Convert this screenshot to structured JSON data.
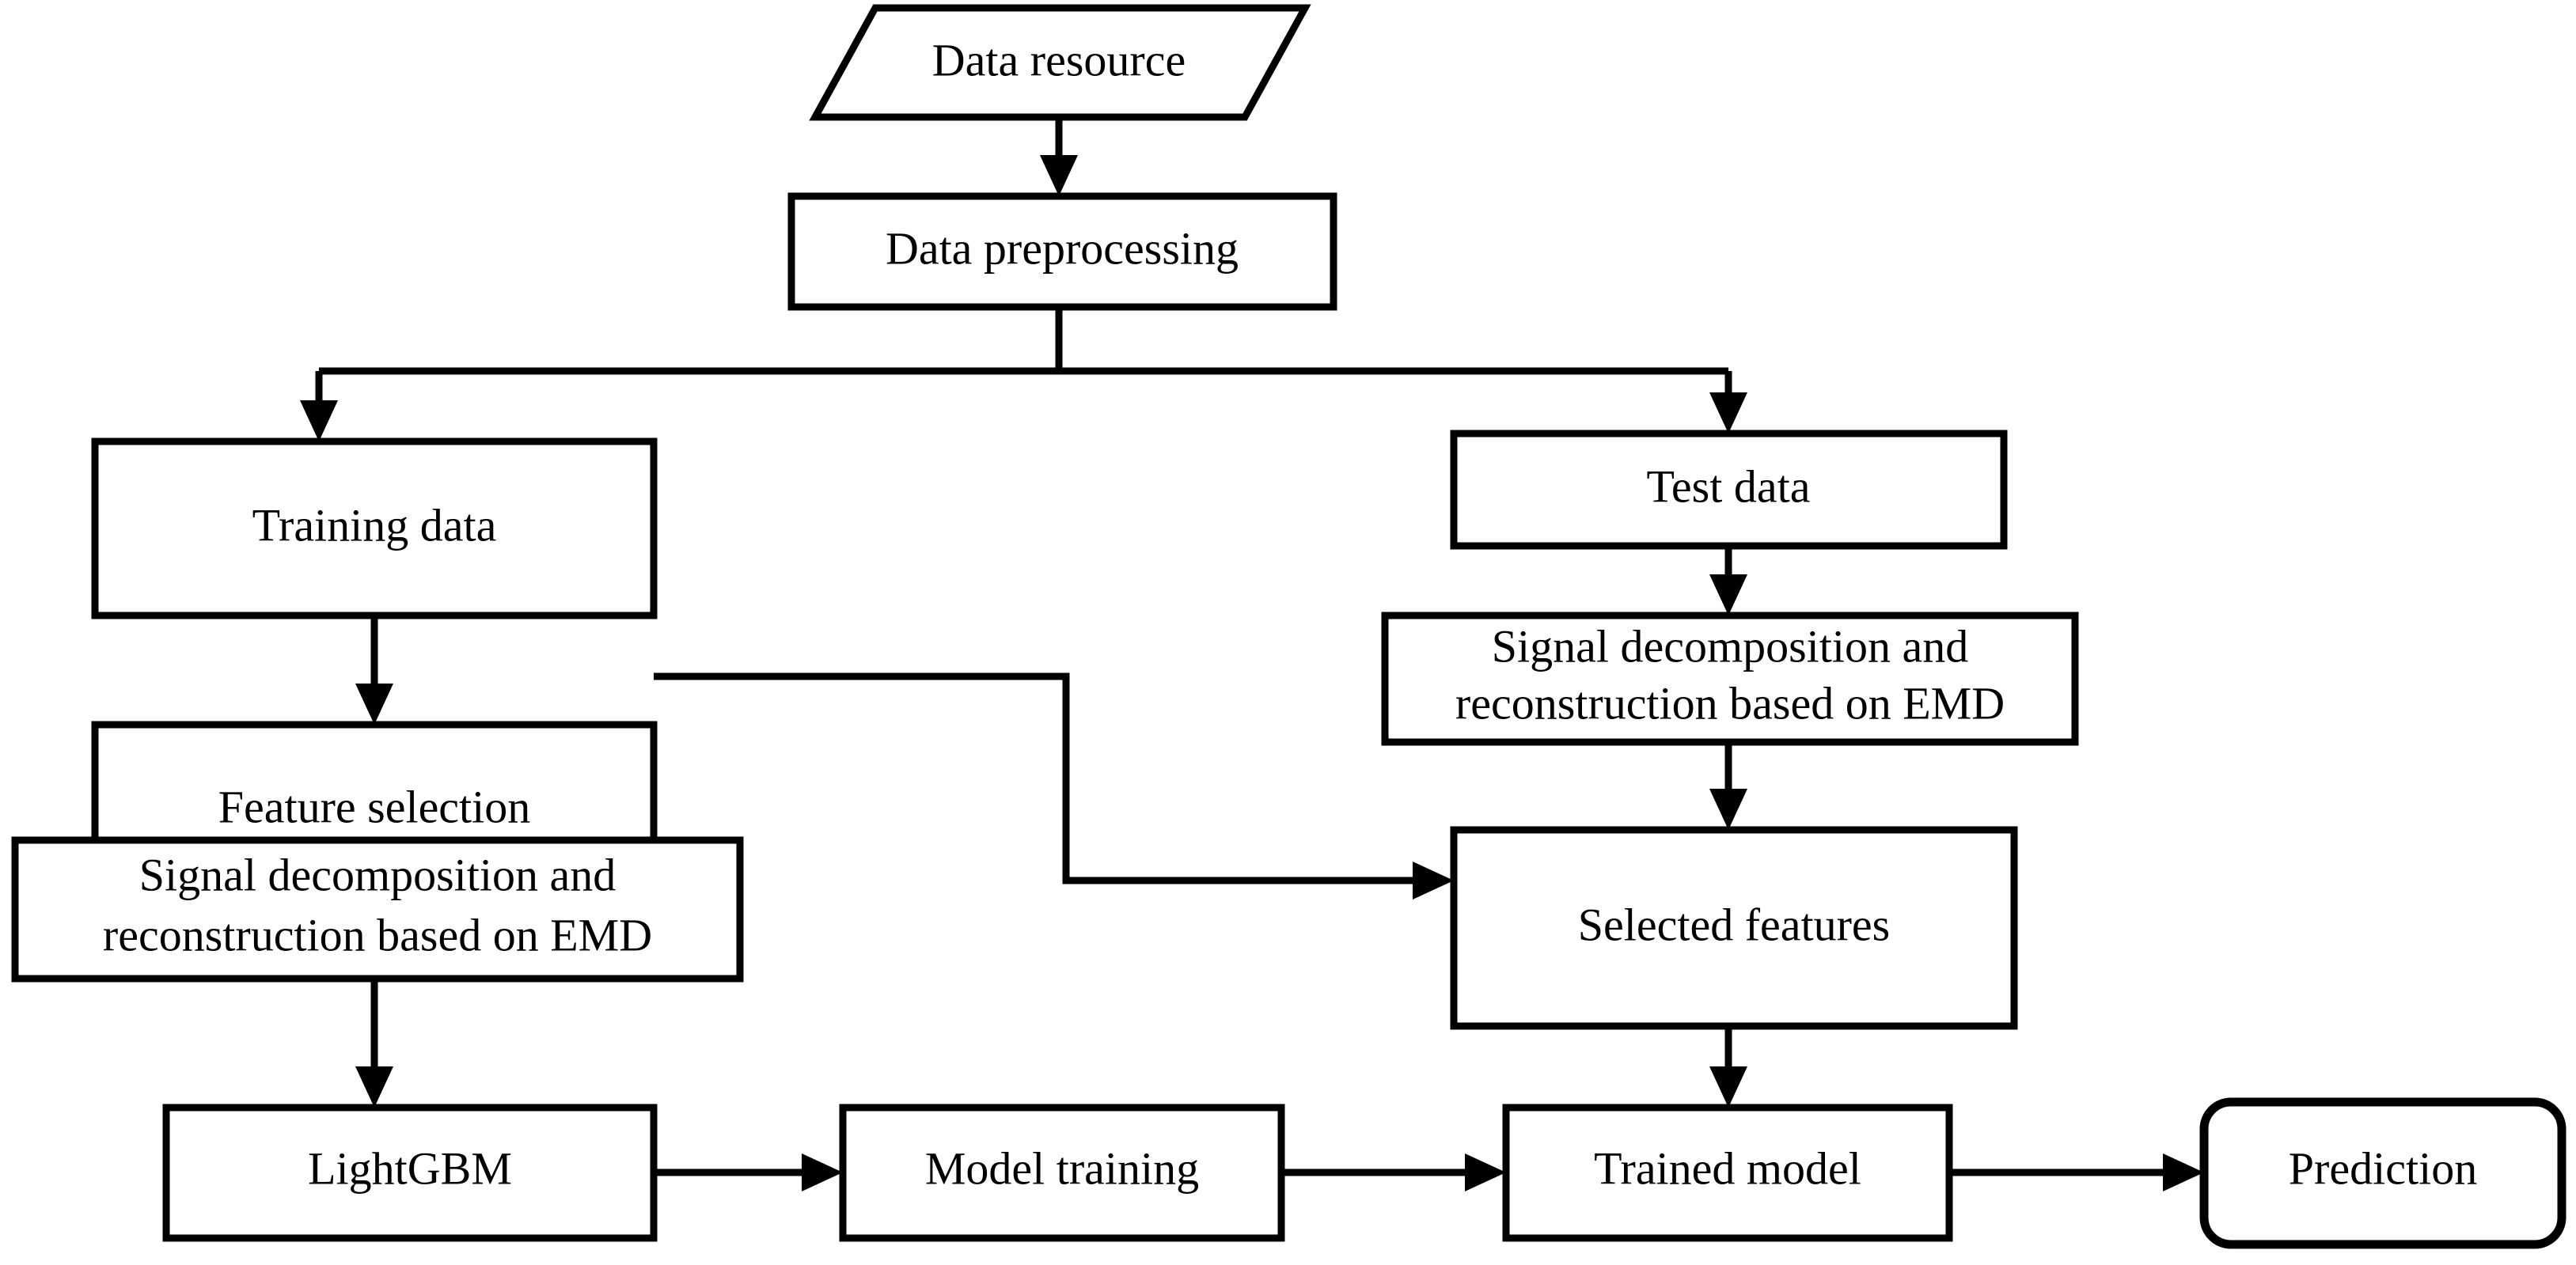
{
  "diagram": {
    "title": "Machine learning workflow flowchart",
    "background_color": "#ffffff",
    "line_color": "#000000",
    "text_color": "#000000",
    "nodes": [
      {
        "id": "data_resource",
        "label": "Data resource",
        "shape": "parallelogram"
      },
      {
        "id": "data_preprocessing",
        "label": "Data preprocessing",
        "shape": "rectangle"
      },
      {
        "id": "training_data",
        "label": "Training data",
        "shape": "rectangle"
      },
      {
        "id": "test_data",
        "label": "Test data",
        "shape": "rectangle"
      },
      {
        "id": "feature_selection",
        "label": "Feature selection",
        "shape": "rectangle"
      },
      {
        "id": "emd_test",
        "label_line1": "Signal decomposition and",
        "label_line2": "reconstruction based on EMD",
        "shape": "rectangle"
      },
      {
        "id": "emd_train",
        "label_line1": "Signal decomposition and",
        "label_line2": "reconstruction based on EMD",
        "shape": "rectangle"
      },
      {
        "id": "selected_features",
        "label": "Selected features",
        "shape": "rectangle"
      },
      {
        "id": "lightgbm",
        "label": "LightGBM",
        "shape": "rectangle"
      },
      {
        "id": "model_training",
        "label": "Model training",
        "shape": "rectangle"
      },
      {
        "id": "trained_model",
        "label": "Trained model",
        "shape": "rectangle"
      },
      {
        "id": "prediction",
        "label": "Prediction",
        "shape": "rounded-rectangle"
      }
    ],
    "edges": [
      {
        "from": "data_resource",
        "to": "data_preprocessing",
        "arrow": true
      },
      {
        "from": "data_preprocessing",
        "to": "training_data",
        "arrow": true
      },
      {
        "from": "data_preprocessing",
        "to": "test_data",
        "arrow": true
      },
      {
        "from": "training_data",
        "to": "feature_selection",
        "arrow": true
      },
      {
        "from": "feature_selection",
        "to": "emd_train",
        "arrow": true
      },
      {
        "from": "feature_selection",
        "to": "selected_features",
        "arrow": true
      },
      {
        "from": "test_data",
        "to": "emd_test",
        "arrow": true
      },
      {
        "from": "emd_test",
        "to": "selected_features",
        "arrow": true
      },
      {
        "from": "emd_train",
        "to": "lightgbm",
        "arrow": true
      },
      {
        "from": "selected_features",
        "to": "trained_model",
        "arrow": true
      },
      {
        "from": "lightgbm",
        "to": "model_training",
        "arrow": true
      },
      {
        "from": "model_training",
        "to": "trained_model",
        "arrow": true
      },
      {
        "from": "trained_model",
        "to": "prediction",
        "arrow": true
      }
    ]
  }
}
